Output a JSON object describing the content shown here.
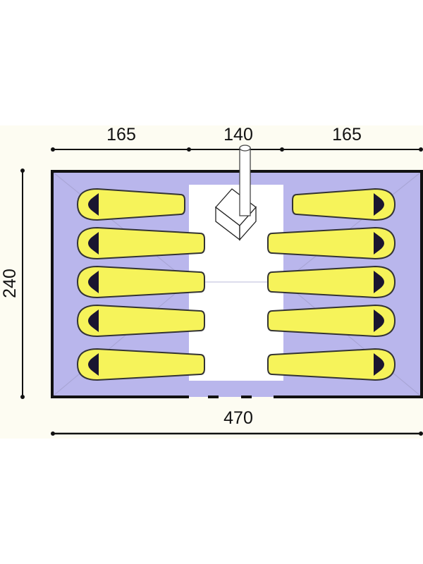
{
  "diagram": {
    "dimensions": {
      "top_left": "165",
      "top_center": "140",
      "top_right": "165",
      "height": "240",
      "width": "470"
    },
    "sleeping_bags_per_side": 5,
    "colors": {
      "background": "#fdfcf2",
      "floor": "#b9b6ec",
      "aisle": "#ffffff",
      "bag": "#f6f35a",
      "outline": "#111111"
    }
  }
}
